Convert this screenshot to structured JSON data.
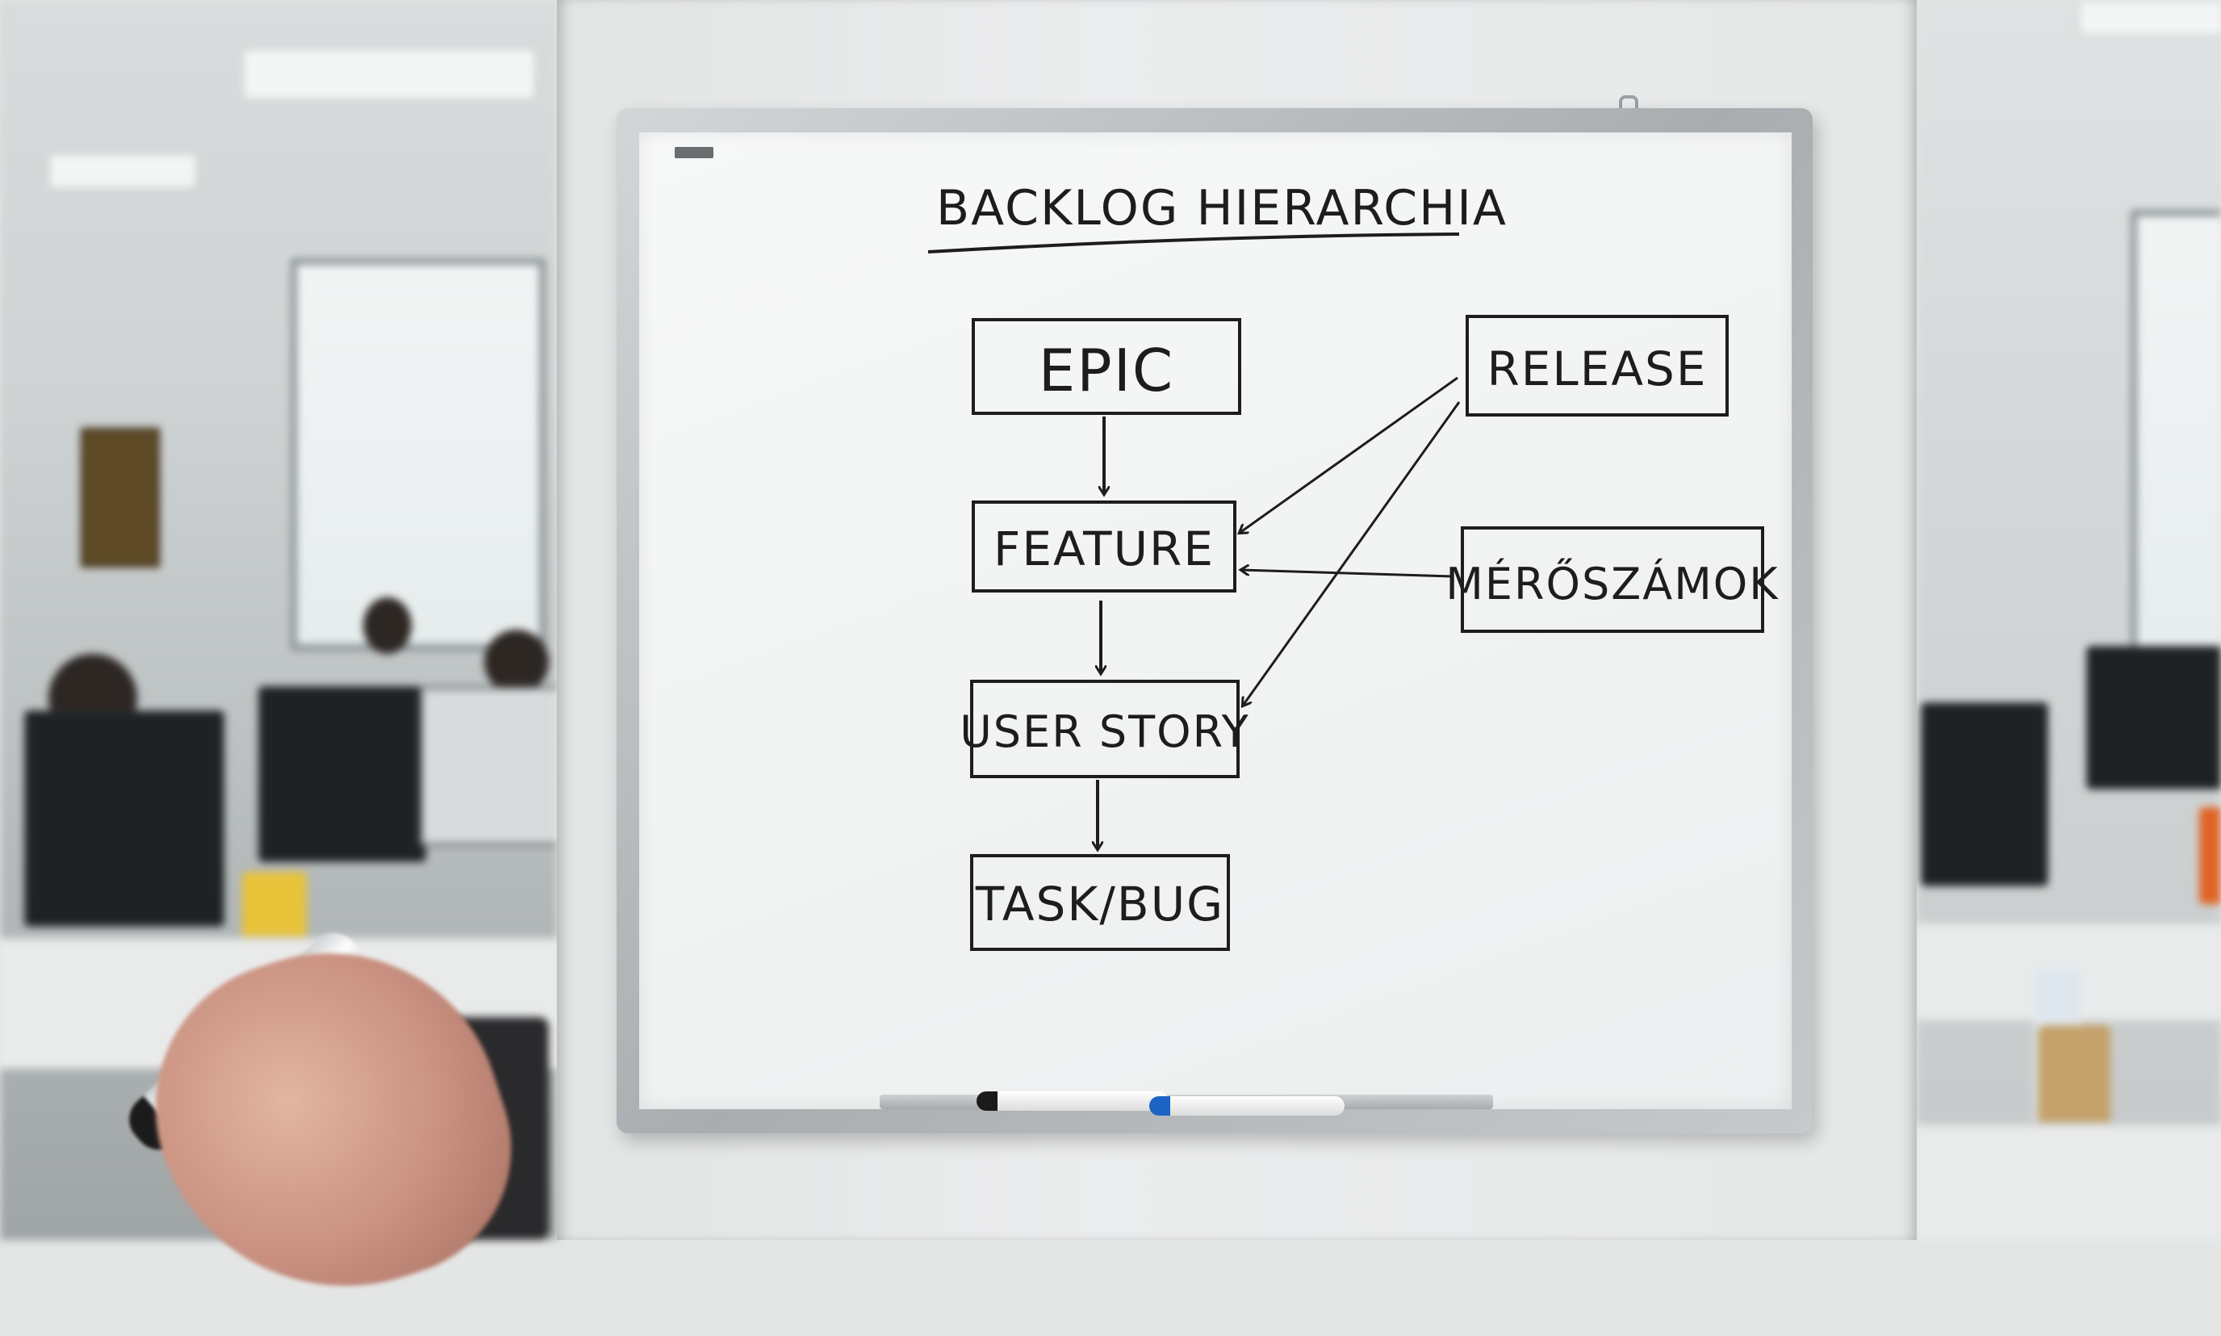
{
  "whiteboard": {
    "title": "BACKLOG HIERARCHIA",
    "nodes": {
      "epic": "EPIC",
      "feature": "FEATURE",
      "user_story": "USER STORY",
      "task_bug": "TASK/BUG",
      "release": "RELEASE",
      "merőszamok": "MÉRŐSZÁMOK"
    },
    "edges": [
      {
        "from": "EPIC",
        "to": "FEATURE"
      },
      {
        "from": "FEATURE",
        "to": "USER STORY"
      },
      {
        "from": "USER STORY",
        "to": "TASK/BUG"
      },
      {
        "from": "RELEASE",
        "to": "FEATURE"
      },
      {
        "from": "RELEASE",
        "to": "USER STORY"
      },
      {
        "from": "MÉRŐSZÁMOK",
        "to": "FEATURE"
      }
    ],
    "ink_color": "#1e1c1c",
    "board_color": "#f3f5f5",
    "frame_color": "#b4b8bb"
  },
  "scene": {
    "markers": [
      "black-marker",
      "blue-marker"
    ],
    "background": "office"
  }
}
